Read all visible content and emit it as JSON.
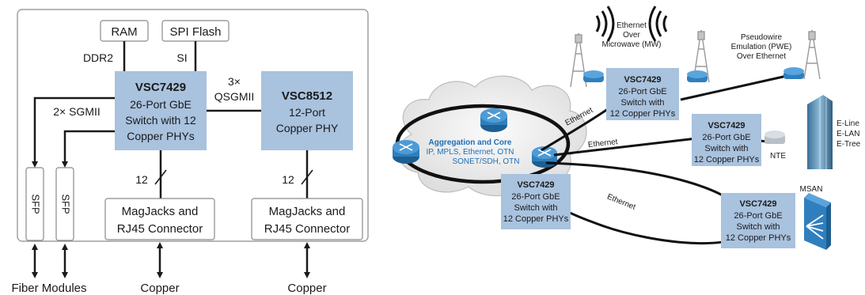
{
  "left": {
    "ram": "RAM",
    "spi_flash": "SPI Flash",
    "ddr2": "DDR2",
    "si": "SI",
    "qsgmii_count": "3×",
    "qsgmii": "QSGMII",
    "sgmii": "2× SGMII",
    "vsc7429": {
      "title": "VSC7429",
      "lines": [
        "26-Port GbE",
        "Switch with 12",
        "Copper PHYs"
      ]
    },
    "vsc8512": {
      "title": "VSC8512",
      "lines": [
        "12-Port",
        "Copper PHY"
      ]
    },
    "sfp": "SFP",
    "twelve": "12",
    "magjacks": [
      "MagJacks and",
      "RJ45 Connector"
    ],
    "fiber_modules": "Fiber Modules",
    "copper": "Copper"
  },
  "right": {
    "cloud": {
      "title": "Aggregation and Core",
      "lines": [
        "IP, MPLS, Ethernet, OTN",
        "SONET/SDH, OTN"
      ]
    },
    "switch_top": {
      "title": "VSC7429",
      "lines": [
        "26-Port GbE",
        "Switch with",
        "12 Copper PHYs"
      ]
    },
    "switch_mid": {
      "title": "VSC7429",
      "lines": [
        "26-Port GbE",
        "Switch with",
        "12 Copper PHYs"
      ]
    },
    "switch_center": {
      "title": "VSC7429",
      "lines": [
        "26-Port GbE",
        "Switch with",
        "12 Copper PHYs"
      ]
    },
    "switch_msan": {
      "title": "VSC7429",
      "lines": [
        "26-Port GbE",
        "Switch with",
        "12 Copper PHYs"
      ]
    },
    "ethernet": "Ethernet",
    "mw": [
      "Ethernet",
      "Over",
      "Microwave (MW)"
    ],
    "pwe": [
      "Pseudowire",
      "Emulation (PWE)",
      "Over Ethernet"
    ],
    "nte": "NTE",
    "msan": "MSAN",
    "services": [
      "E-Line",
      "E-LAN",
      "E-Tree"
    ]
  },
  "colors": {
    "chip_fill": "#a9c2de",
    "blue_text": "#1c6fb8",
    "line": "#1a1a1a",
    "box_border": "#888888"
  }
}
